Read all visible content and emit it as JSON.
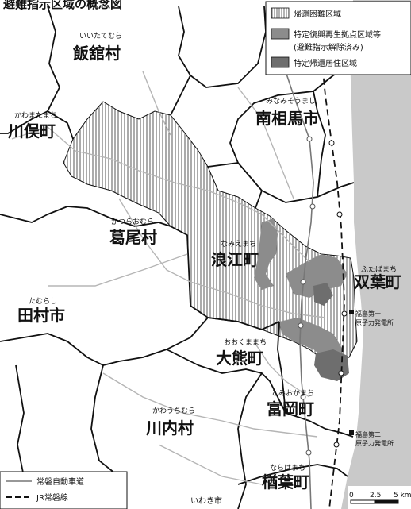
{
  "title": "避難指示区域の概念図",
  "municipalities": [
    {
      "id": "iitate",
      "name": "飯舘村",
      "reading": "いいたてむら"
    },
    {
      "id": "minamisoma",
      "name": "南相馬市",
      "reading": "みなみそうまし"
    },
    {
      "id": "kawamata",
      "name": "川俣町",
      "reading": "かわまたまち"
    },
    {
      "id": "katsurao",
      "name": "葛尾村",
      "reading": "かつらおむら"
    },
    {
      "id": "namie",
      "name": "浪江町",
      "reading": "なみえまち"
    },
    {
      "id": "futaba",
      "name": "双葉町",
      "reading": "ふたばまち"
    },
    {
      "id": "tamura",
      "name": "田村市",
      "reading": "たむらし"
    },
    {
      "id": "okuma",
      "name": "大熊町",
      "reading": "おおくままち"
    },
    {
      "id": "tomioka",
      "name": "富岡町",
      "reading": "とみおかまち"
    },
    {
      "id": "kawauchi",
      "name": "川内村",
      "reading": "かわうちむら"
    },
    {
      "id": "naraha",
      "name": "楢葉町",
      "reading": "ならはまち"
    },
    {
      "id": "iwaki",
      "name": "いわき市",
      "reading": ""
    }
  ],
  "plants": [
    {
      "id": "daiichi",
      "line1": "福島第一",
      "line2": "原子力発電所"
    },
    {
      "id": "daini",
      "line1": "福島第二",
      "line2": "原子力発電所"
    }
  ],
  "legend": {
    "zones": [
      {
        "id": "difficult",
        "label": "帰還困難区域",
        "style": "hatch"
      },
      {
        "id": "reconstruction",
        "label": "特定復興再生拠点区域等",
        "label2": "(避難指示解除済み)",
        "color": "#8c8c8c"
      },
      {
        "id": "return",
        "label": "特定帰還居住区域",
        "color": "#6e6e6e"
      }
    ],
    "lines": [
      {
        "id": "expressway",
        "label": "常磐自動車道"
      },
      {
        "id": "jr",
        "label": "JR常磐線"
      }
    ]
  },
  "scale": {
    "ticks": [
      "0",
      "2.5",
      "5 km"
    ]
  },
  "colors": {
    "sea": "#c9c9c9",
    "gray_zone": "#8c8c8c",
    "dark_zone": "#6e6e6e",
    "border": "#111111",
    "road": "#b5b5b5"
  }
}
